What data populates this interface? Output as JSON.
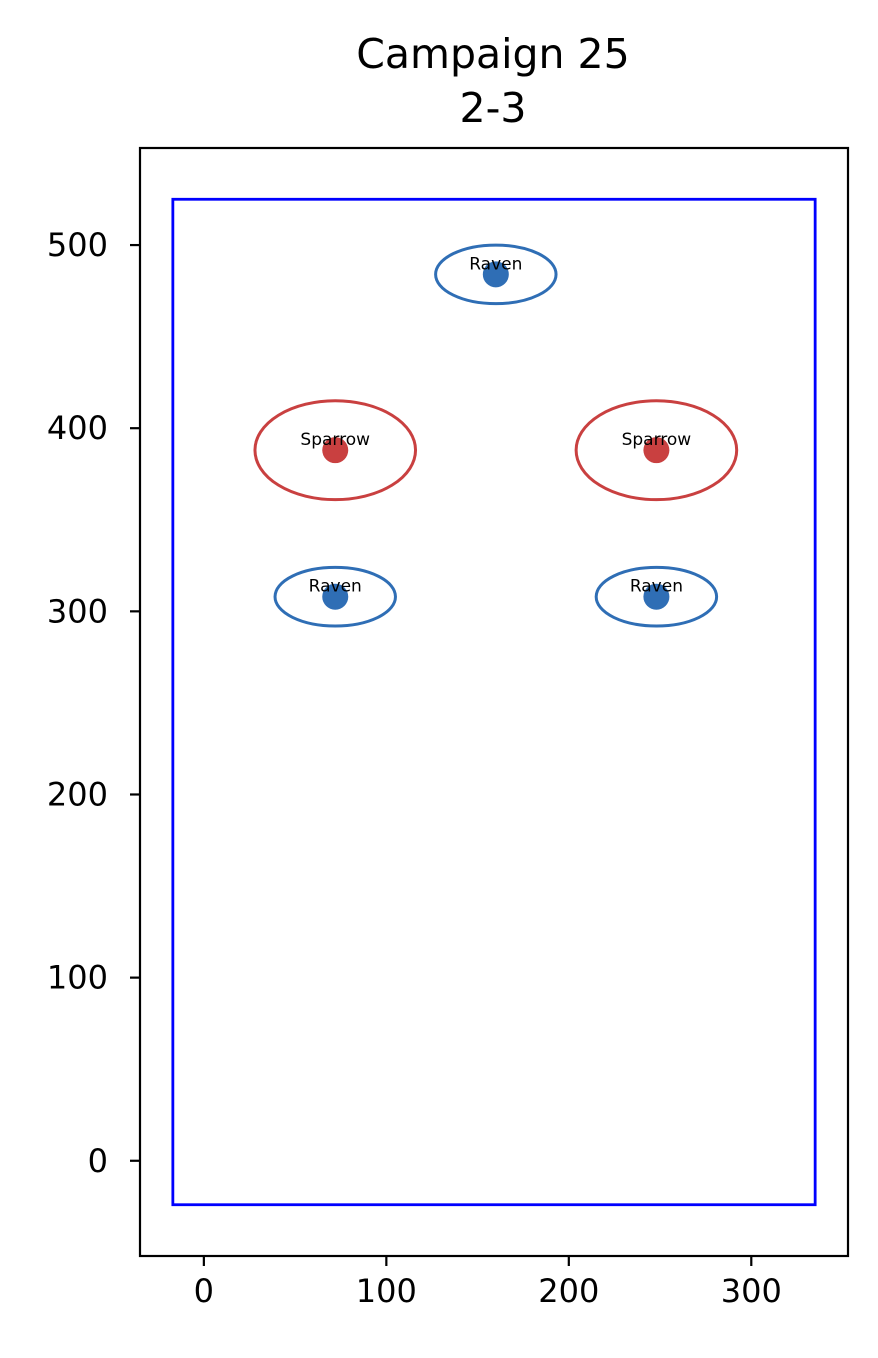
{
  "chart_data": {
    "type": "scatter",
    "title": "Campaign 25",
    "subtitle": "2-3",
    "xlabel": "",
    "ylabel": "",
    "xlim": [
      -35,
      353
    ],
    "ylim": [
      -52,
      553
    ],
    "grid": false,
    "x_ticks": [
      0,
      100,
      200,
      300
    ],
    "y_ticks": [
      0,
      100,
      200,
      300,
      400,
      500
    ],
    "boundary": {
      "x0": -17,
      "x1": 335,
      "y0": -24,
      "y1": 525,
      "color": "#0000ff"
    },
    "series_colors": {
      "Raven": "#2f6eb5",
      "Sparrow": "#c94040"
    },
    "points": [
      {
        "label": "Raven",
        "x": 160,
        "y": 484,
        "rx": 33,
        "ry": 16
      },
      {
        "label": "Sparrow",
        "x": 72,
        "y": 388,
        "rx": 44,
        "ry": 27
      },
      {
        "label": "Sparrow",
        "x": 248,
        "y": 388,
        "rx": 44,
        "ry": 27
      },
      {
        "label": "Raven",
        "x": 72,
        "y": 308,
        "rx": 33,
        "ry": 16
      },
      {
        "label": "Raven",
        "x": 248,
        "y": 308,
        "rx": 33,
        "ry": 16
      }
    ]
  }
}
